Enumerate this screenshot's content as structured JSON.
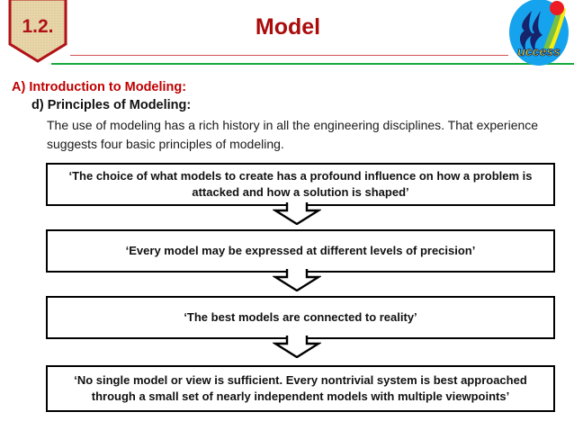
{
  "header": {
    "badge_number": "1.2.",
    "title": "Model",
    "badge_shape_name": "shield-pennant",
    "logo_text": "uccess",
    "colors": {
      "title_red": "#aa0b0b",
      "badge_border_red": "#b01116",
      "badge_fill_tan": "#e6d2a8",
      "rule_red": "#d05050",
      "rule_green": "#17aa3d",
      "logo_blue": "#1da1f0",
      "logo_dark_blue": "#1a2f8f",
      "logo_yellow": "#f5e400",
      "logo_red_dot": "#ee1c25",
      "logo_green": "#7ac943"
    }
  },
  "content": {
    "heading_a": "A)  Introduction to Modeling:",
    "heading_d": "d)  Principles of Modeling:",
    "paragraph": "The use of modeling has a rich history in all the engineering disciplines. That experience suggests four basic principles of modeling."
  },
  "flow": {
    "arrow_icon_name": "down-arrow-icon",
    "boxes": [
      {
        "id": "principle-1",
        "text": "‘The choice of what models to create has a profound influence on how a problem is attacked and how a solution is shaped’"
      },
      {
        "id": "principle-2",
        "text": "‘Every model may be expressed at different levels of precision’"
      },
      {
        "id": "principle-3",
        "text": "‘The best models are connected to reality’"
      },
      {
        "id": "principle-4",
        "text": "‘No single model or view is sufficient. Every nontrivial system is best approached through a small set of nearly independent models with multiple viewpoints’"
      }
    ]
  }
}
